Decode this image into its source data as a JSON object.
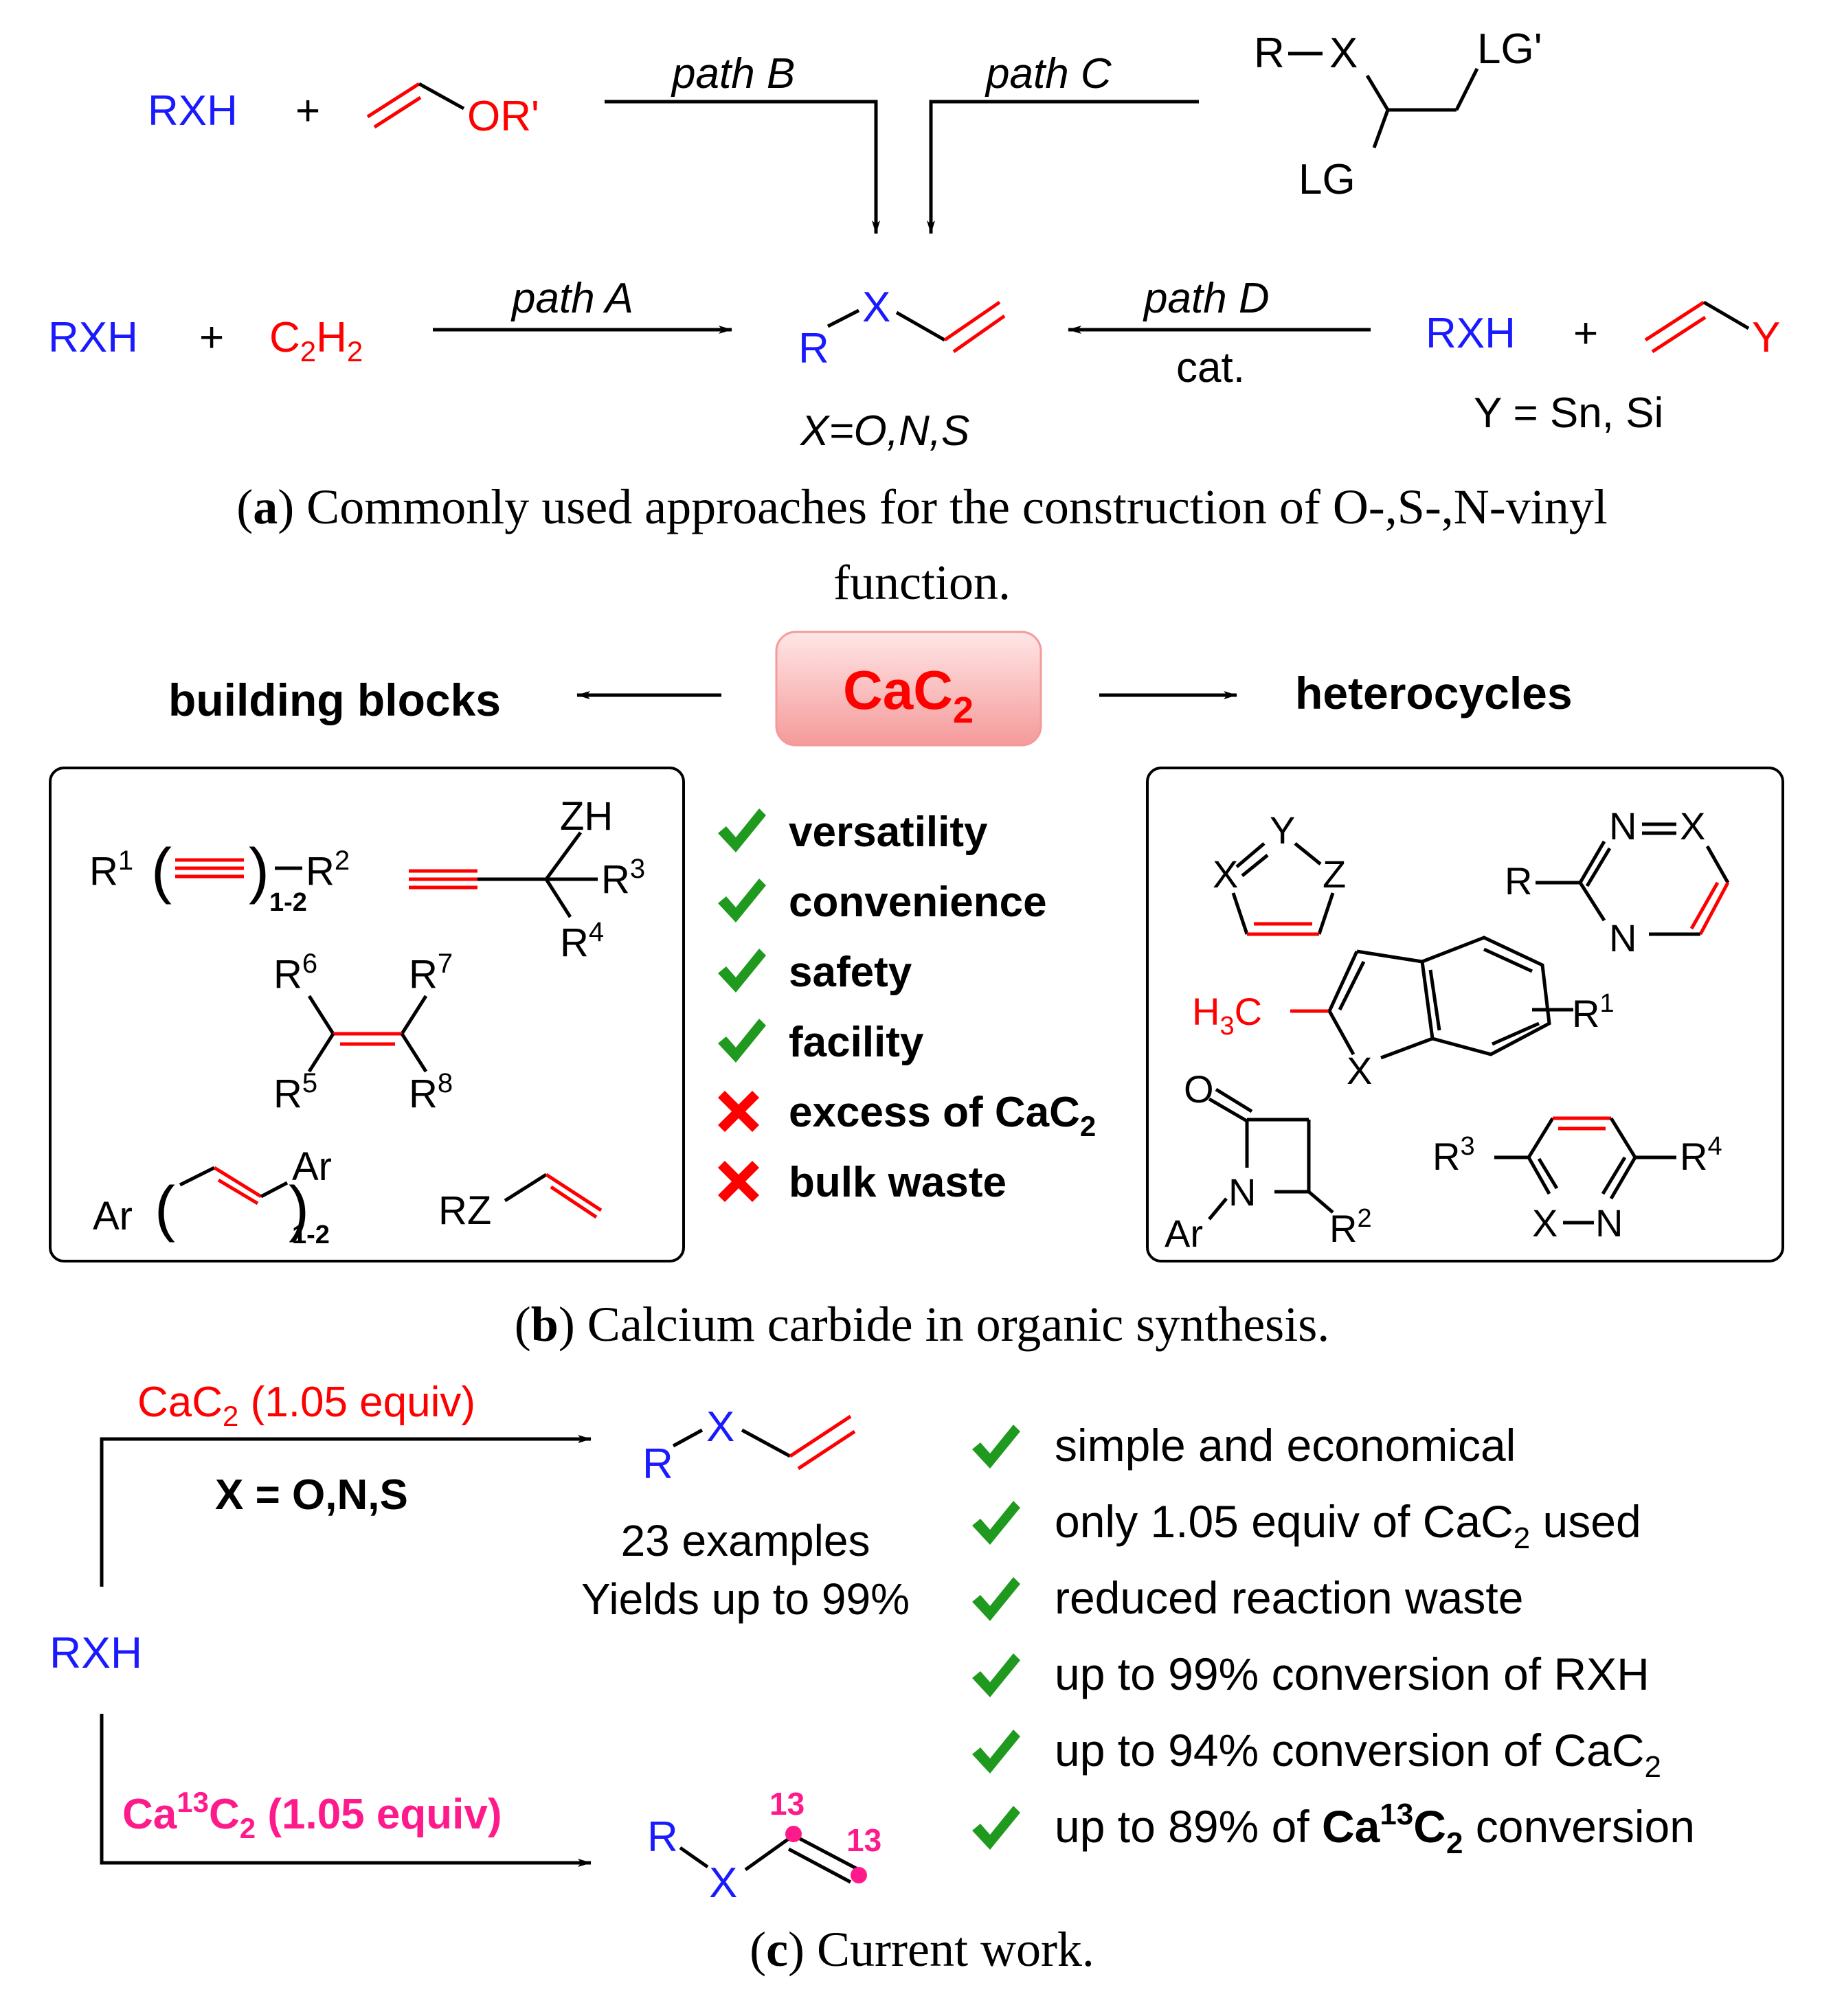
{
  "colors": {
    "reagent": "#1a1aff",
    "acetylene": "#ff0000",
    "label13": "#ff1a8c",
    "check": "#1f9a1f",
    "cross": "#ff0000",
    "cac2_box": "#f8a8a8"
  },
  "a": {
    "rxh": "RXH",
    "plus": "+",
    "vinyl_ether_or": "OR'",
    "path_b": "path B",
    "path_c": "path C",
    "c_r": "R",
    "c_x": "X",
    "c_lgp": "LG'",
    "c_lg": "LG",
    "c2h2_c": "C",
    "c2h2_2a": "2",
    "c2h2_h": "H",
    "c2h2_2b": "2",
    "path_a": "path A",
    "path_d": "path D",
    "cat": "cat.",
    "prod_r": "R",
    "prod_x": "X",
    "x_def": "X=O,N,S",
    "y": "Y",
    "y_def": "Y = Sn, Si",
    "caption_label": "a",
    "caption_line1": ") Commonly used approaches for the construction of O-,S-,N-vinyl",
    "caption_line2": "function."
  },
  "b": {
    "cac2_ca": "CaC",
    "cac2_sub": "2",
    "building_blocks": "building blocks",
    "heterocycles": "heterocycles",
    "advantages": [
      "versatility",
      "convenience",
      "safety",
      "facility"
    ],
    "drawbacks_1": "excess of CaC",
    "drawbacks_1_sub": "2",
    "drawbacks_2": "bulk waste",
    "bb": {
      "R": "R",
      "s1": "1",
      "s2": "2",
      "sub12": "1-2",
      "ZH": "ZH",
      "s3": "3",
      "s4": "4",
      "s5": "5",
      "s6": "6",
      "s7": "7",
      "s8": "8",
      "Ar": "Ar",
      "RZ": "RZ"
    },
    "het": {
      "X": "X",
      "Y": "Y",
      "Z": "Z",
      "N": "N",
      "R": "R",
      "H3C_H": "H",
      "H3C_3": "3",
      "H3C_C": "C",
      "O": "O",
      "Ar": "Ar",
      "s1": "1",
      "s2": "2",
      "s3": "3",
      "s4": "4"
    },
    "caption_label": "b",
    "caption_text": ") Calcium carbide in organic synthesis."
  },
  "c": {
    "reagent1": "CaC",
    "reagent1_sub": "2",
    "reagent1_tail": " (1.05 equiv)",
    "x_def": "X = O,N,S",
    "prod_r": "R",
    "prod_x": "X",
    "examples": "23 examples",
    "yields": "Yields up to 99%",
    "rxh": "RXH",
    "reagent2_ca": "Ca",
    "reagent2_sup": "13",
    "reagent2_c": "C",
    "reagent2_sub": "2",
    "reagent2_tail": " (1.05 equiv)",
    "label13a": "13",
    "label13b": "13",
    "points": [
      {
        "a": "simple and economical"
      },
      {
        "a": "only 1.05 equiv of CaC",
        "sub": "2",
        "b": " used"
      },
      {
        "a": "reduced reaction waste"
      },
      {
        "a": "up to 99% conversion of RXH"
      },
      {
        "a": "up to 94% conversion of CaC",
        "sub": "2"
      },
      {
        "a": "up to 89% of ",
        "bold": "Ca",
        "boldsup": "13",
        "boldc": "C",
        "boldsub": "2",
        "b": " conversion"
      }
    ],
    "caption_label": "c",
    "caption_text": ") Current work."
  }
}
